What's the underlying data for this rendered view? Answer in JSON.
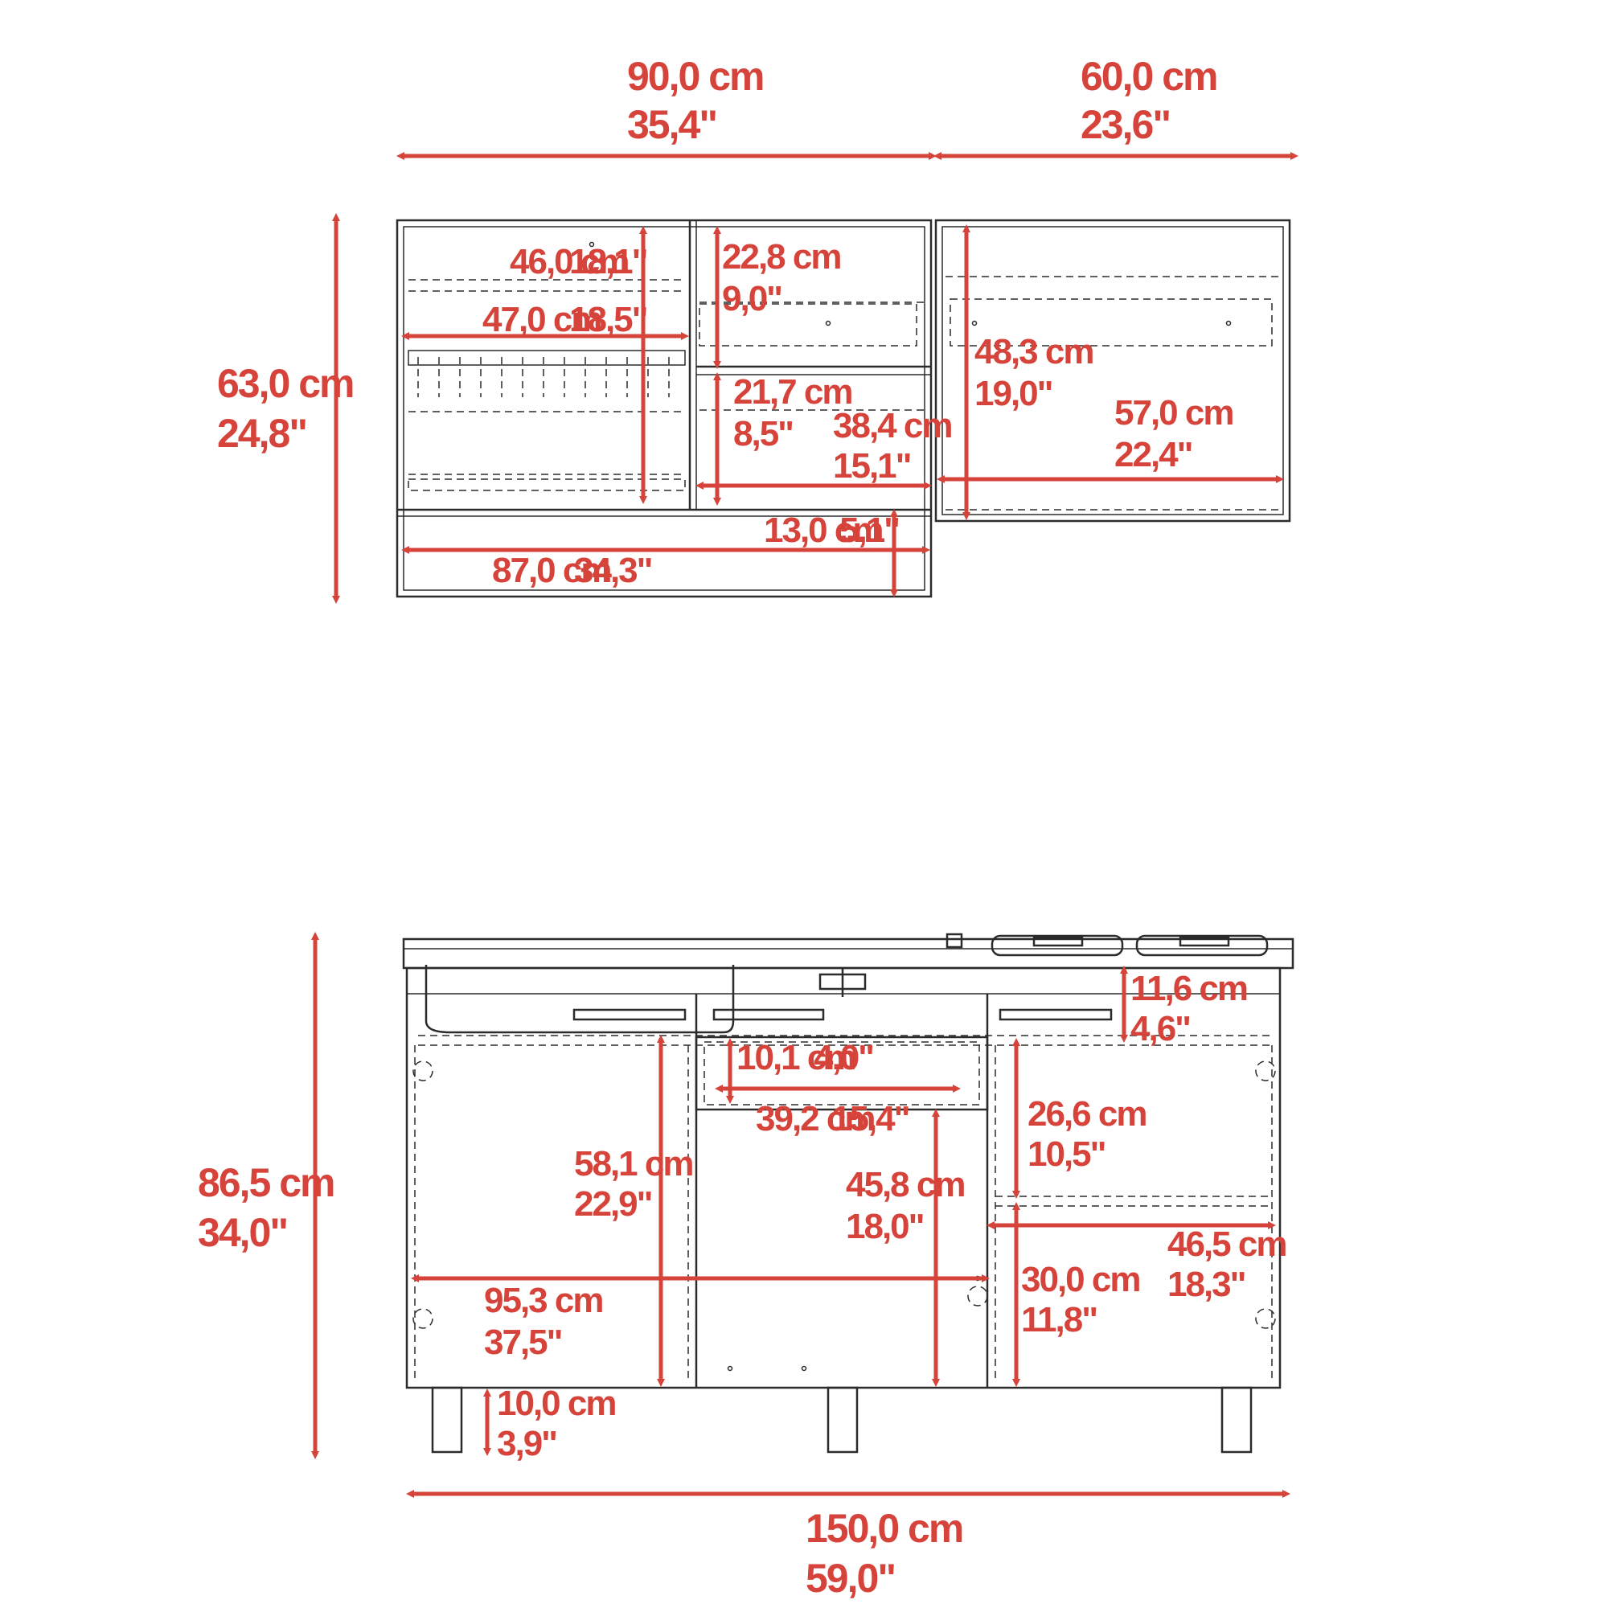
{
  "colors": {
    "dimension": "#d6433a",
    "outline": "#2b2b2b",
    "background": "#ffffff"
  },
  "top_view": {
    "width_left": {
      "cm": "90,0 cm",
      "in": "35,4\""
    },
    "width_right": {
      "cm": "60,0 cm",
      "in": "23,6\""
    },
    "height_total": {
      "cm": "63,0 cm",
      "in": "24,8\""
    },
    "d_46": {
      "cm": "46,0 cm",
      "in": "18,1\""
    },
    "d_47": {
      "cm": "47,0 cm",
      "in": "18,5\""
    },
    "d_22_8": {
      "cm": "22,8 cm",
      "in": "9,0\""
    },
    "d_21_7": {
      "cm": "21,7 cm",
      "in": "8,5\""
    },
    "d_38_4": {
      "cm": "38,4 cm",
      "in": "15,1\""
    },
    "d_48_3": {
      "cm": "48,3 cm",
      "in": "19,0\""
    },
    "d_57": {
      "cm": "57,0 cm",
      "in": "22,4\""
    },
    "d_13": {
      "cm": "13,0 cm",
      "in": "5,1\""
    },
    "d_87": {
      "cm": "87,0 cm",
      "in": "34,3\""
    }
  },
  "front_view": {
    "height_total": {
      "cm": "86,5 cm",
      "in": "34,0\""
    },
    "width_total": {
      "cm": "150,0 cm",
      "in": "59,0\""
    },
    "d_11_6": {
      "cm": "11,6 cm",
      "in": "4,6\""
    },
    "d_10_1": {
      "cm": "10,1 cm",
      "in": "4,0\""
    },
    "d_39_2": {
      "cm": "39,2 cm",
      "in": "15,4\""
    },
    "d_58_1": {
      "cm": "58,1 cm",
      "in": "22,9\""
    },
    "d_45_8": {
      "cm": "45,8 cm",
      "in": "18,0\""
    },
    "d_26_6": {
      "cm": "26,6 cm",
      "in": "10,5\""
    },
    "d_46_5": {
      "cm": "46,5 cm",
      "in": "18,3\""
    },
    "d_30": {
      "cm": "30,0 cm",
      "in": "11,8\""
    },
    "d_95_3": {
      "cm": "95,3 cm",
      "in": "37,5\""
    },
    "d_10_leg": {
      "cm": "10,0 cm",
      "in": "3,9\""
    }
  }
}
